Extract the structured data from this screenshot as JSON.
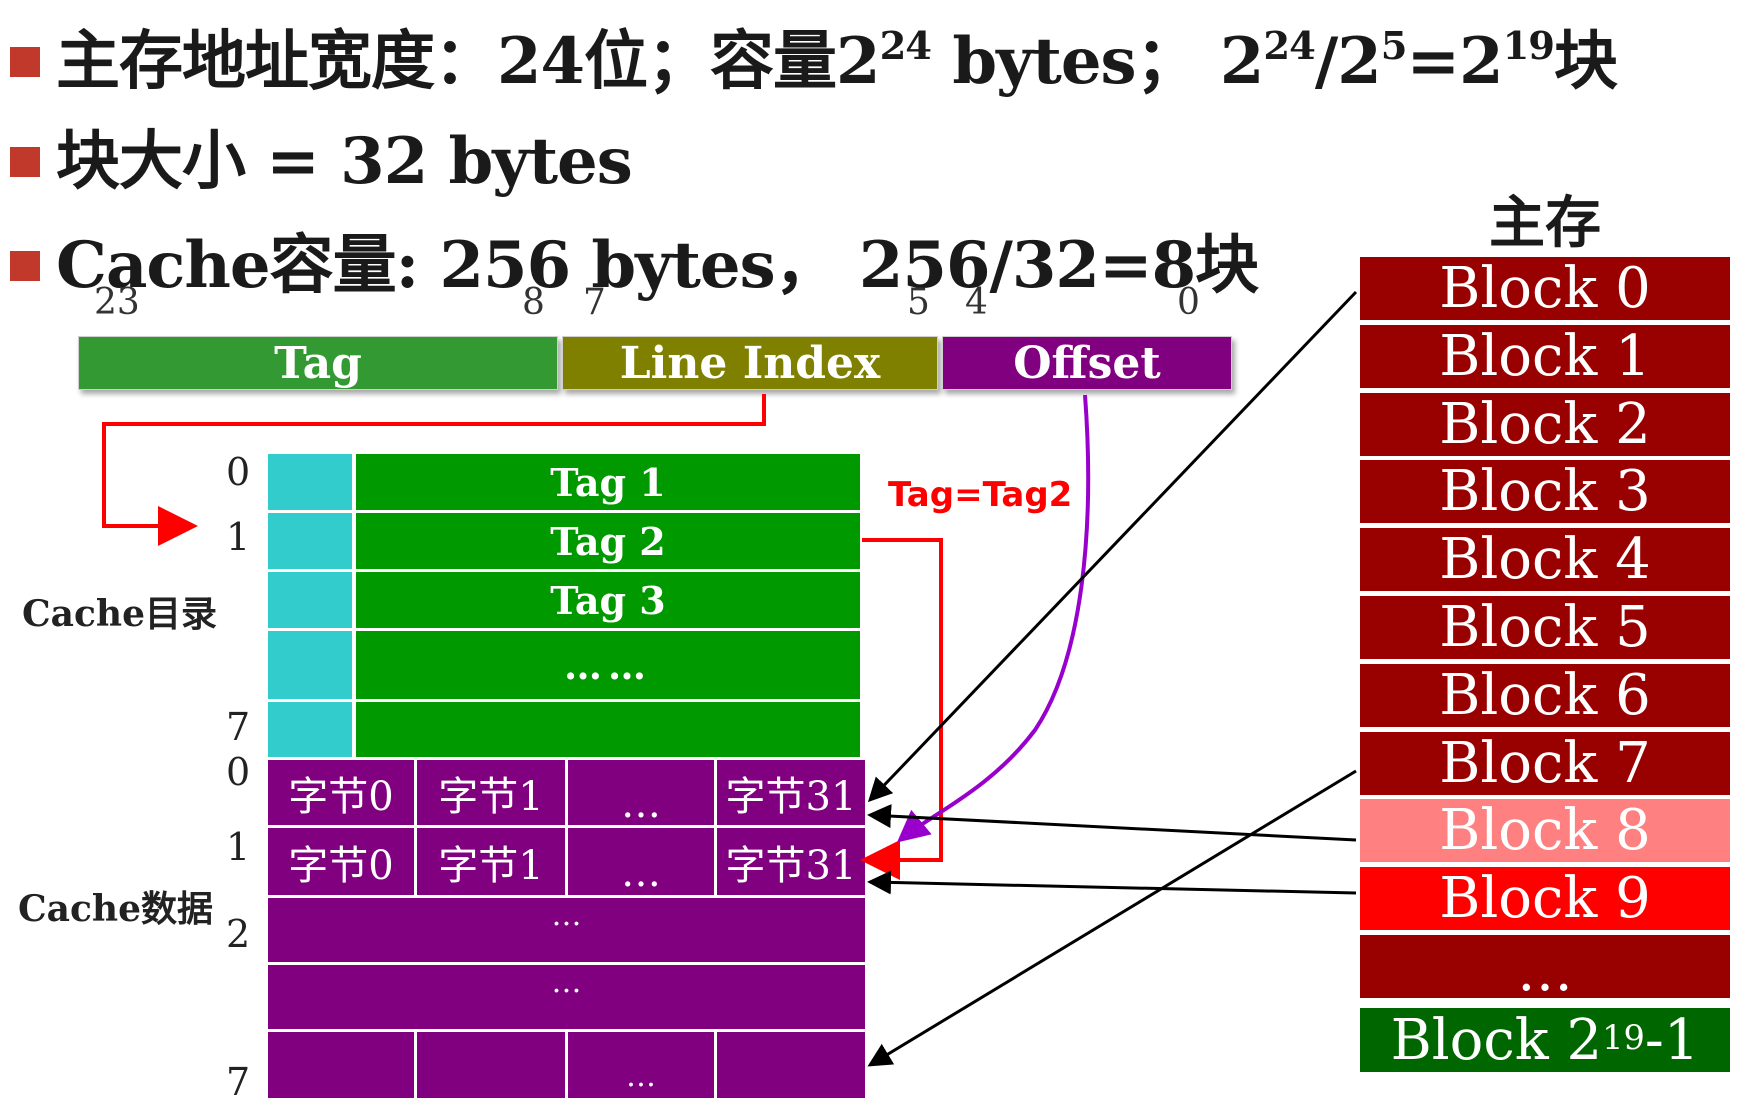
{
  "bullets": [
    {
      "segments": [
        "主存地址宽度：24位；容量2",
        "24",
        " bytes；  2",
        "24",
        "/2",
        "5",
        "=2",
        "19",
        "块"
      ]
    },
    {
      "text": "块大小 = 32 bytes"
    },
    {
      "text": "Cache容量: 256 bytes，  256/32=8块"
    }
  ],
  "address": {
    "fields": [
      {
        "label": "Tag",
        "color": "#339933"
      },
      {
        "label": "Line Index",
        "color": "#808000"
      },
      {
        "label": "Offset",
        "color": "#800080"
      }
    ],
    "bit_numbers": [
      "23",
      "8",
      "7",
      "5",
      "4",
      "0"
    ]
  },
  "cache_directory": {
    "label": "Cache目录",
    "row_labels": [
      "0",
      "1",
      "7"
    ],
    "tags": [
      "Tag 1",
      "Tag 2",
      "Tag 3",
      "……",
      ""
    ]
  },
  "cache_data": {
    "label": "Cache数据",
    "row_labels": [
      "0",
      "1",
      "2",
      "7"
    ],
    "row0": [
      "字节0",
      "字节1",
      "…",
      "字节31"
    ],
    "row1": [
      "字节0",
      "字节1",
      "…",
      "字节31"
    ],
    "row2": "…",
    "row3": "…",
    "row7": [
      "",
      "",
      "…",
      ""
    ]
  },
  "match_label": "Tag=Tag2",
  "main_memory": {
    "title": "主存",
    "blocks": [
      {
        "label": "Block 0",
        "color": "#990000"
      },
      {
        "label": "Block 1",
        "color": "#990000"
      },
      {
        "label": "Block 2",
        "color": "#990000"
      },
      {
        "label": "Block 3",
        "color": "#990000"
      },
      {
        "label": "Block 4",
        "color": "#990000"
      },
      {
        "label": "Block 5",
        "color": "#990000"
      },
      {
        "label": "Block 6",
        "color": "#990000"
      },
      {
        "label": "Block 7",
        "color": "#990000"
      },
      {
        "label": "Block 8",
        "color": "#ff8080"
      },
      {
        "label": "Block 9",
        "color": "#ff0000"
      },
      {
        "label": "…",
        "color": "#990000"
      }
    ],
    "last_block": {
      "prefix": "Block 2",
      "exp": "19",
      "suffix": "-1",
      "color": "#006600"
    }
  },
  "colors": {
    "bullet": "#c0392b",
    "valid_bit": "#33cccc",
    "tag_cell": "#009900",
    "data_cell": "#800080",
    "red_arrow": "#ff0000",
    "purple_arrow": "#9900cc"
  }
}
